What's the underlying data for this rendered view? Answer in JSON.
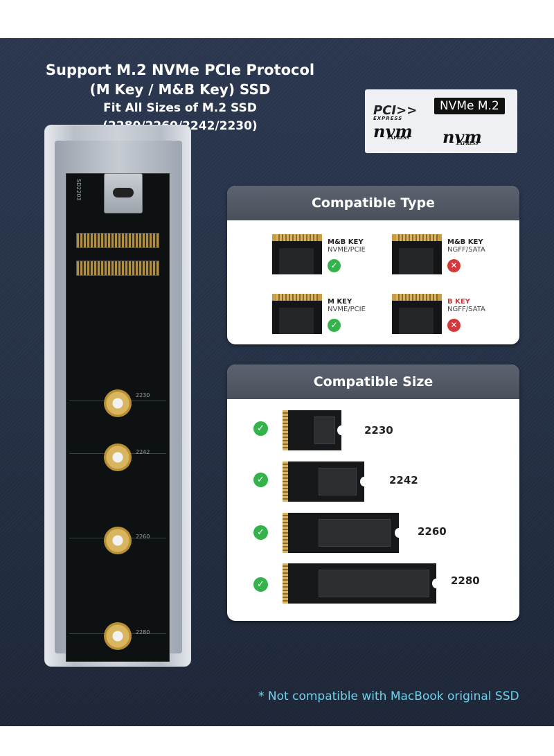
{
  "headline": {
    "line1": "Support M.2 NVMe PCIe Protocol",
    "line2": "(M Key / M&B Key) SSD",
    "line3": "Fit All Sizes of M.2 SSD",
    "line4": "(2280/2260/2242/2230)"
  },
  "logos": {
    "pcie": "PCI",
    "pcie_sub": "EXPRESS",
    "nvme_m2": "NVMe M.2",
    "nvm": "nvm",
    "nvm_sub": "EXPRESS"
  },
  "enclosure": {
    "model": "SD2203",
    "mount_labels": [
      "2230",
      "2242",
      "2260",
      "2280"
    ]
  },
  "compatible_type": {
    "title": "Compatible Type",
    "items": [
      {
        "key": "M&B KEY",
        "protocol": "NVME/PCIE",
        "compatible": true,
        "key_color": "#222222"
      },
      {
        "key": "M&B KEY",
        "protocol": "NGFF/SATA",
        "compatible": false,
        "key_color": "#222222"
      },
      {
        "key": "M KEY",
        "protocol": "NVME/PCIE",
        "compatible": true,
        "key_color": "#222222"
      },
      {
        "key": "B KEY",
        "protocol": "NGFF/SATA",
        "compatible": false,
        "key_color": "#c8353a"
      }
    ]
  },
  "compatible_size": {
    "title": "Compatible Size",
    "items": [
      {
        "size": "2230",
        "compatible": true
      },
      {
        "size": "2242",
        "compatible": true
      },
      {
        "size": "2260",
        "compatible": true
      },
      {
        "size": "2280",
        "compatible": true
      }
    ]
  },
  "footnote": "* Not compatible with MacBook original SSD",
  "colors": {
    "background": "#273348",
    "panel_header": "#4f5560",
    "ok": "#34b24b",
    "no": "#d6373c",
    "footnote": "#6fd3ee"
  },
  "icons": {
    "ok": "check-icon",
    "no": "cross-icon"
  }
}
